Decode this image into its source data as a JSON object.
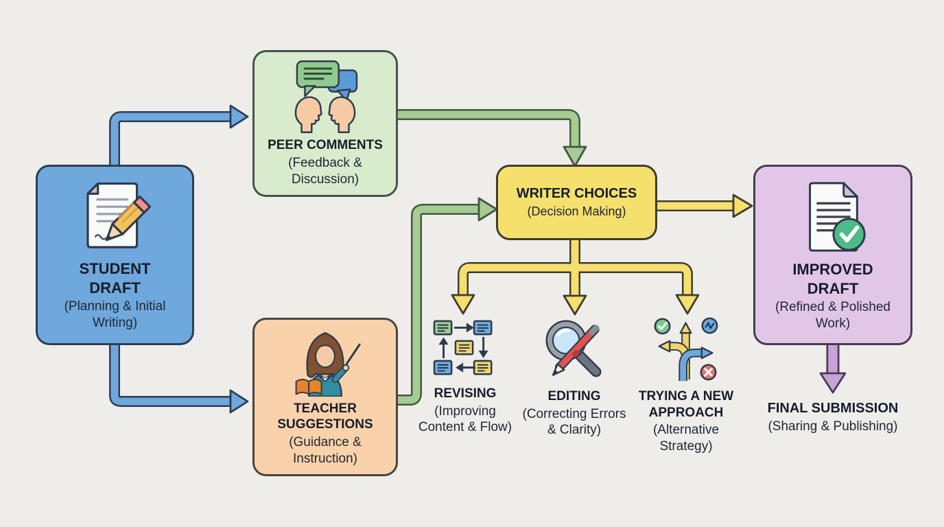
{
  "diagram_title": "Writing process flowchart",
  "colors": {
    "background": "#EEEDEA",
    "student_blue": "#6FA8DC",
    "peer_green": "#D9EBCD",
    "teacher_peach": "#F9D2AB",
    "writer_yellow": "#F5DF6D",
    "improved_purple": "#E2C6E8",
    "arrow_blue": "#6FA8DC",
    "arrow_green": "#A6CC93",
    "arrow_yellow": "#F5DF6D",
    "arrow_purple": "#C9A3D7",
    "outline_dark": "#2F3A45"
  },
  "nodes": {
    "student_draft": {
      "title": "STUDENT DRAFT",
      "subtitle": "(Planning & Initial Writing)"
    },
    "peer_comments": {
      "title": "PEER COMMENTS",
      "subtitle": "(Feedback & Discussion)"
    },
    "teacher_suggestions": {
      "title": "TEACHER SUGGESTIONS",
      "subtitle": "(Guidance & Instruction)"
    },
    "writer_choices": {
      "title": "WRITER CHOICES",
      "subtitle": "(Decision Making)"
    },
    "improved_draft": {
      "title": "IMPROVED DRAFT",
      "subtitle": "(Refined & Polished Work)"
    },
    "revising": {
      "title": "REVISING",
      "subtitle": "(Improving Content & Flow)"
    },
    "editing": {
      "title": "EDITING",
      "subtitle": "(Correcting Errors & Clarity)"
    },
    "trying_new_approach": {
      "title": "TRYING A NEW APPROACH",
      "subtitle": "(Alternative Strategy)"
    },
    "final_submission": {
      "title": "FINAL SUBMISSION",
      "subtitle": "(Sharing & Publishing)"
    }
  },
  "icons": {
    "student_draft": "document-pencil-icon",
    "peer_comments": "speech-bubbles-faces-icon",
    "teacher_suggestions": "teacher-pointer-book-icon",
    "writer_choices": "none",
    "improved_draft": "document-checkmark-icon",
    "revising": "card-cycle-icon",
    "editing": "magnifier-pen-icon",
    "trying_new_approach": "branching-arrows-icon",
    "final_submission": "none"
  },
  "flow": [
    "student_draft -> peer_comments",
    "student_draft -> teacher_suggestions",
    "peer_comments -> writer_choices",
    "teacher_suggestions -> writer_choices",
    "writer_choices -> improved_draft",
    "writer_choices -> revising",
    "writer_choices -> editing",
    "writer_choices -> trying_new_approach",
    "improved_draft -> final_submission"
  ]
}
